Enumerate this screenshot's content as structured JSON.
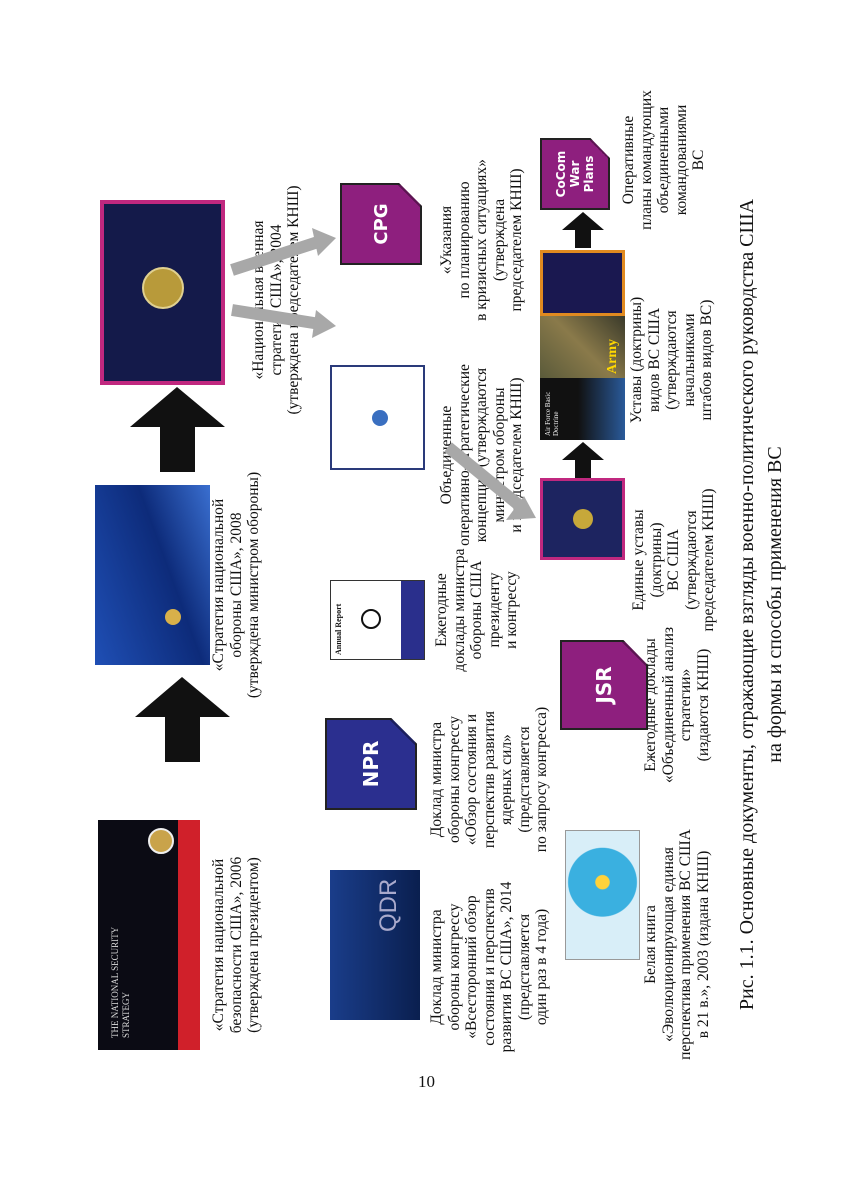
{
  "page_number": "10",
  "figure_caption": {
    "line1": "Рис. 1.1. Основные документы, отражающие взгляды военно-политического руководства США",
    "line2": "на формы и способы применения ВС"
  },
  "documents": {
    "nss": {
      "cover_text": "THE NATIONAL SECURITY STRATEGY",
      "caption": "«Стратегия национальной\nбезопасности США», 2006\n(утверждена президентом)"
    },
    "nds": {
      "caption": "«Стратегия национальной\nобороны США», 2008\n(утверждена министром обороны)"
    },
    "nms": {
      "caption": "«Национальная военная\nстратегия США», 2004\n(утверждена председателем КНШ)"
    },
    "qdr": {
      "cover_text": "QDR",
      "caption": "Доклад министра\nобороны конгрессу\n«Всесторонний обзор\nсостояния и перспектив\nразвития ВС США», 2014\n(представляется\nодин раз в 4 года)"
    },
    "npr": {
      "icon_text": "NPR",
      "caption": "Доклад министра\nобороны конгрессу\n«Обзор состояния и\nперспектив развития\nядерных сил»\n(представляется\nпо запросу конгресса)"
    },
    "annual": {
      "cover_text": "Annual Report",
      "caption": "Ежегодные\nдоклады министра\nобороны США\nпрезиденту\nи конгрессу"
    },
    "concepts": {
      "caption": "Объединенные\nоперативно-стратегические\nконцепции (утверждаются\nминистром обороны\nи председателем КНШ)"
    },
    "cpg": {
      "icon_text": "CPG",
      "caption": "«Указания\nпо планированию\nв кризисных ситуациях»\n(утверждена\nпредседателем КНШ)"
    },
    "white_book": {
      "caption": "Белая книга\n«Эволюционирующая единая\nперспектива применения ВС США\nв 21 в.», 2003 (издана КНШ)"
    },
    "jsr": {
      "icon_text": "JSR",
      "caption": "Ежегодные доклады\n«Объединенный анализ\nстратегии»\n(издаются КНШ)"
    },
    "joint_pubs": {
      "caption": "Единые уставы\n(доктрины)\nВС США\n(утверждаются\nпредседателем КНШ)"
    },
    "service_pubs": {
      "cover_texts": [
        "Air Force Basic Doctrine",
        "Army"
      ],
      "caption": "Уставы (доктрины)\nвидов ВС США\n(утверждаются\nначальниками\nштабов видов ВС)"
    },
    "cocom": {
      "icon_text": "CoCom\nWar\nPlans",
      "caption": "Оперативные\nпланы командующих\nобъединенными\nкомандованиями\nВС"
    }
  },
  "colors": {
    "purple": "#8e1f7e",
    "npr_blue": "#2b2f8f",
    "arrow_black": "#111111",
    "arrow_gray": "#a8a8a8"
  }
}
